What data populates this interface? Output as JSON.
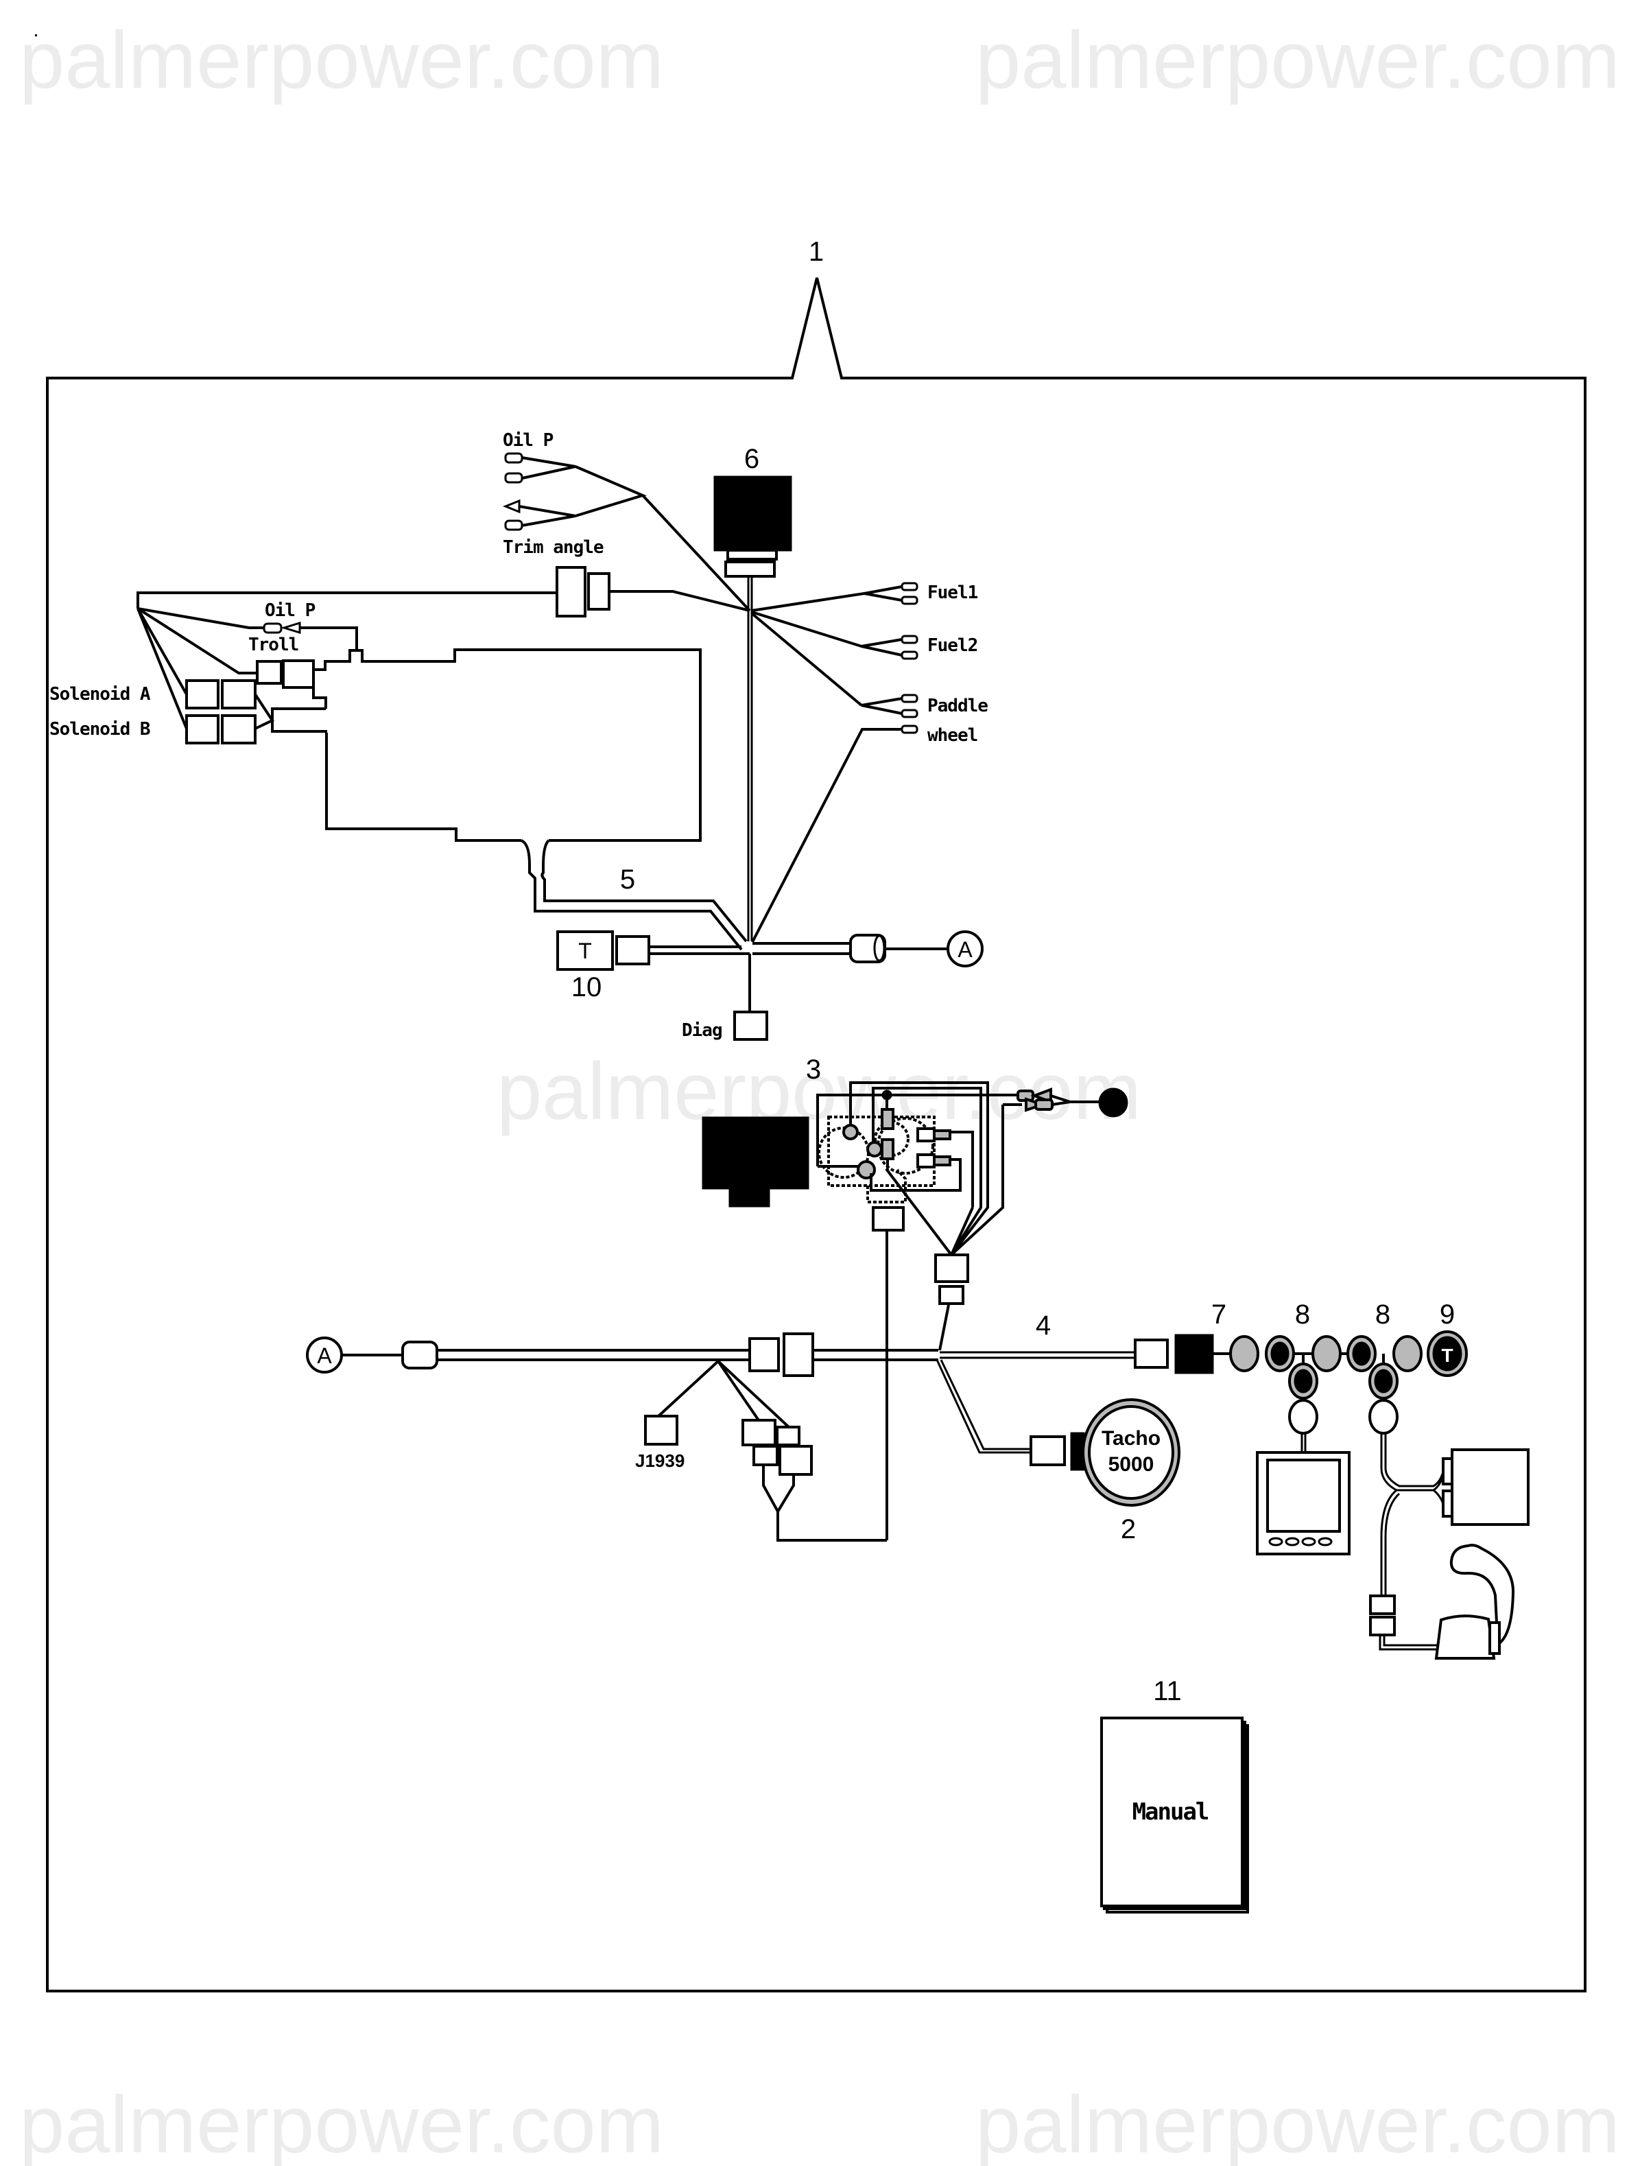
{
  "watermark": {
    "text": "palmerpower.com",
    "color": "#ececec"
  },
  "diagram": {
    "title_callout": "1",
    "items": {
      "tacho_gauge": "2",
      "fuel_filter_assembly": "3",
      "main_harness": "4",
      "engine_harness": "5",
      "top_component": "6",
      "terminator_block": "7",
      "tee_connector_a": "8",
      "tee_connector_b": "8",
      "terminator": "9",
      "test_plug": "10",
      "manual": "11"
    },
    "labels": {
      "oil_p_top": "Oil P",
      "trim_angle": "Trim angle",
      "oil_p_troll": "Oil P",
      "troll": "Troll",
      "solenoid_a": "Solenoid A",
      "solenoid_b": "Solenoid B",
      "fuel1": "Fuel1",
      "fuel2": "Fuel2",
      "paddle": "Paddle",
      "wheel": "wheel",
      "diag": "Diag",
      "j1939": "J1939",
      "connector_ref_upper": "A",
      "connector_ref_lower": "A",
      "test_plug_letter": "T",
      "terminator_letter": "T",
      "tacho_line1": "Tacho",
      "tacho_line2": "5000",
      "manual_text": "Manual"
    },
    "colors": {
      "line": "#000000",
      "fill_gray": "#b9b9b9",
      "background": "#ffffff"
    }
  }
}
